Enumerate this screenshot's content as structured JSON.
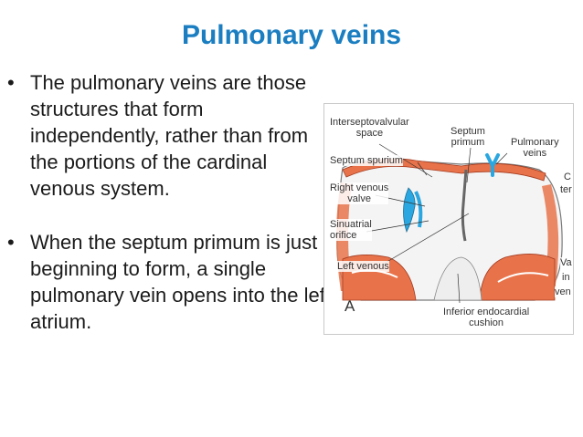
{
  "slide": {
    "title": "Pulmonary veins",
    "bullets": [
      {
        "marker": "•",
        "text": "The pulmonary veins are those structures that form independently, rather than from the portions of the cardinal venous system."
      },
      {
        "marker": "•",
        "text": "When the septum primum is just beginning to form, a single pulmonary vein opens into the left atrium."
      }
    ]
  },
  "figure": {
    "labels": {
      "interseptovalvular_l1": "Interseptovalvular",
      "interseptovalvular_l2": "space",
      "septum_primum_l1": "Septum",
      "septum_primum_l2": "primum",
      "pulmonary_veins_l1": "Pulmonary",
      "pulmonary_veins_l2": "veins",
      "septum_spurium": "Septum spurium",
      "right_venous_l1": "Right venous",
      "right_venous_l2": "valve",
      "sinuatrial_l1": "Sinuatrial",
      "sinuatrial_l2": "orifice",
      "left_venous": "Left venous",
      "inferior_endocardial_l1": "Inferior endocardial",
      "inferior_endocardial_l2": "cushion",
      "right_edge_1": "C",
      "right_edge_2": "ter",
      "right_edge_3": "Va",
      "right_edge_4": "in",
      "right_edge_5": "ven",
      "panel_letter": "A"
    },
    "colors": {
      "wall": "#e8734a",
      "wall_dark": "#a33a1f",
      "valve_blue": "#2aa7e0",
      "title_blue": "#1a7ec1"
    }
  }
}
